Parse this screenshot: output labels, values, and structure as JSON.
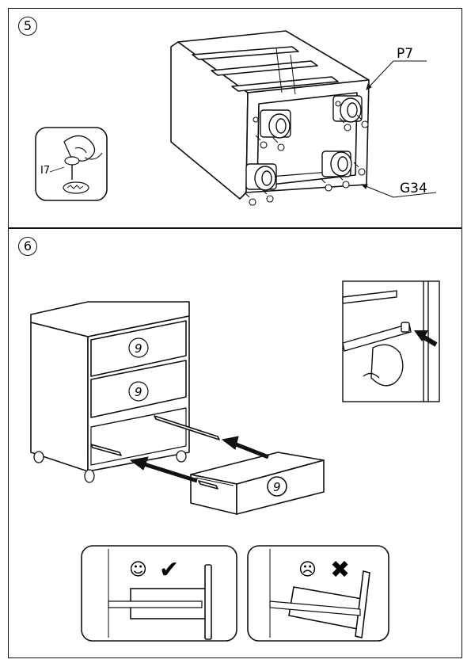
{
  "steps": [
    {
      "number": "5"
    },
    {
      "number": "6"
    }
  ],
  "parts": {
    "p7": "P7",
    "g34": "G34",
    "i7": "I7"
  },
  "drawer_mark": "9",
  "checks": {
    "good_face": "☺",
    "good_mark": "✔",
    "bad_face": "☹",
    "bad_mark": "✖"
  }
}
